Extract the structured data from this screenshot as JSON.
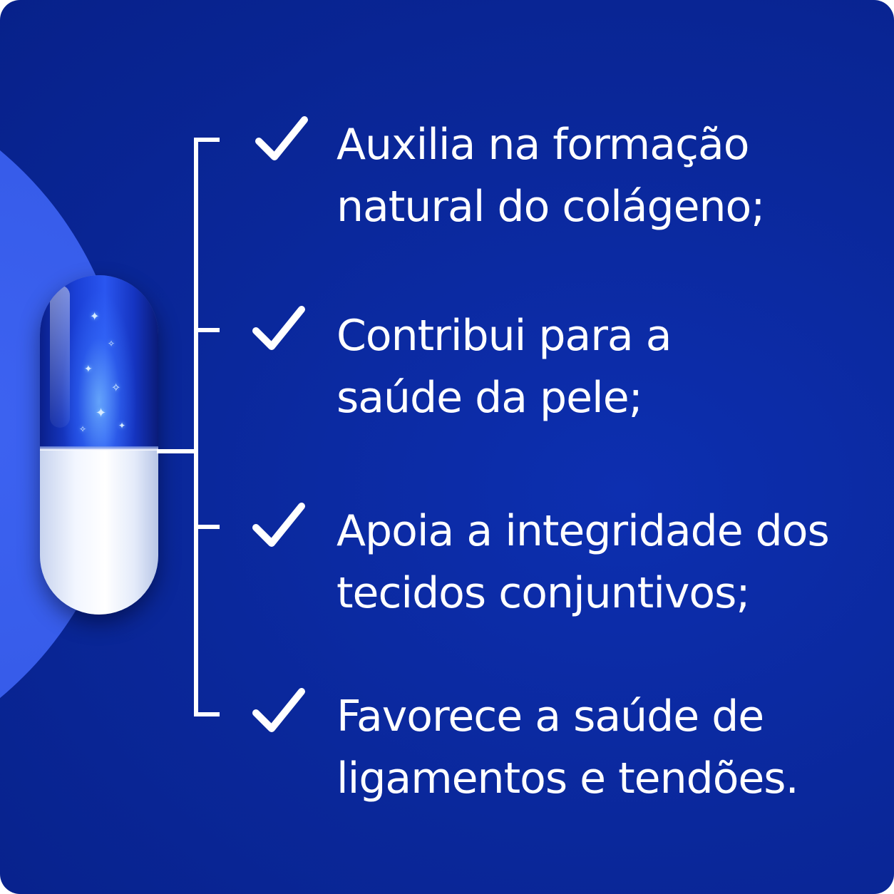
{
  "benefits": [
    {
      "text": "Auxilia na formação\nnatural do colágeno;"
    },
    {
      "text": "Contribui para a\nsaúde da pele;"
    },
    {
      "text": "Apoia a integridade dos\ntecidos conjuntivos;"
    },
    {
      "text": "Favorece a saúde de\nligamentos e tendões."
    }
  ],
  "icons": {
    "check": "check-icon",
    "capsule": "capsule-illustration"
  },
  "colors": {
    "background": "#0a2799",
    "accent_circle": "#3459e6",
    "text": "#ffffff"
  }
}
